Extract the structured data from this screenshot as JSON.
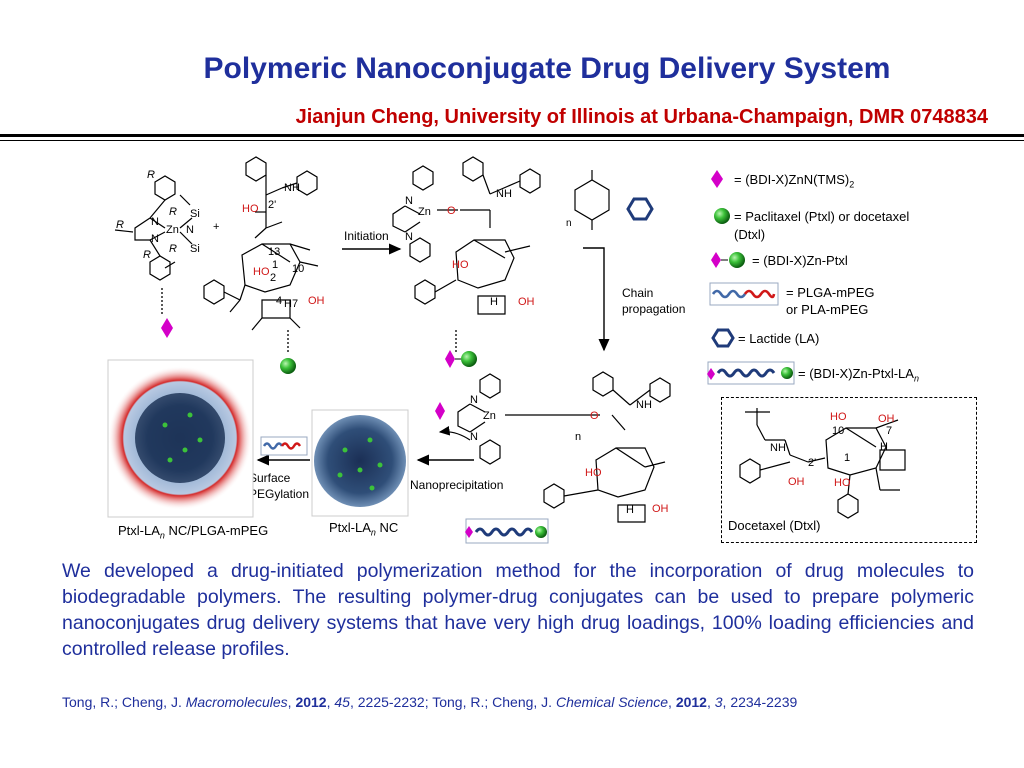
{
  "header": {
    "title": "Polymeric Nanoconjugate Drug Delivery System",
    "subtitle": "Jianjun Cheng, University of Illinois at Urbana-Champaign, DMR 0748834"
  },
  "legend": {
    "zn_catalyst": "= (BDI-X)ZnN(TMS)",
    "zn_catalyst_sub": "2",
    "drug": "= Paclitaxel (Ptxl) or docetaxel",
    "drug_2": "(Dtxl)",
    "zn_drug": "= (BDI-X)Zn-Ptxl",
    "polymer": "= PLGA-mPEG",
    "polymer_2": "or PLA-mPEG",
    "lactide": "= Lactide (LA)",
    "conjugate": "= (BDI-X)Zn-Ptxl-LA",
    "conjugate_sub": "n"
  },
  "scheme": {
    "initiation": "Initiation",
    "chain_propagation_1": "Chain",
    "chain_propagation_2": "propagation",
    "nanoprecipitation": "Nanoprecipitation",
    "surface_1": "Surface",
    "surface_2": "PEGylation",
    "nc_label": "Ptxl-LA",
    "nc_label_sub": "n",
    "nc_label_end": " NC",
    "pegylated_label": "Ptxl-LA",
    "pegylated_label_sub": "n",
    "pegylated_label_end": " NC/PLGA-mPEG",
    "docetaxel_label": "Docetaxel (Dtxl)",
    "atoms": {
      "zn": "Zn",
      "n": "N",
      "si": "Si",
      "ho": "HO",
      "oh": "OH",
      "nh": "NH",
      "o": "O",
      "h": "H",
      "r1": "R",
      "n_sub": "n"
    },
    "numbers": {
      "c13": "13",
      "c1": "1",
      "c2": "2",
      "c4": "4",
      "c7": "7",
      "c10": "10",
      "c2p": "2'",
      "h7": "H7"
    }
  },
  "description": "We developed a drug-initiated polymerization method for the incorporation of drug molecules to biodegradable polymers.  The resulting polymer-drug conjugates can be used to prepare polymeric nanoconjugates drug delivery systems that have very high drug loadings, 100% loading efficiencies and controlled release profiles.",
  "references": {
    "r1_authors": "Tong, R.; Cheng, J. ",
    "r1_journal": "Macromolecules",
    "r1_sep1": ", ",
    "r1_year": "2012",
    "r1_sep2": ", ",
    "r1_vol": "45",
    "r1_pages": ", 2225-2232; ",
    "r2_authors": "Tong, R.; Cheng, J. ",
    "r2_journal": "Chemical Science",
    "r2_sep1": ", ",
    "r2_year": "2012",
    "r2_sep2": ", ",
    "r2_vol": "3",
    "r2_pages": ", 2234-2239"
  },
  "colors": {
    "title": "#1f2f9c",
    "subtitle": "#c00000",
    "diamond": "#d400c8",
    "drug_sphere": "#22a022",
    "lactide": "#1f3b7a",
    "peg_red": "#d01818"
  }
}
